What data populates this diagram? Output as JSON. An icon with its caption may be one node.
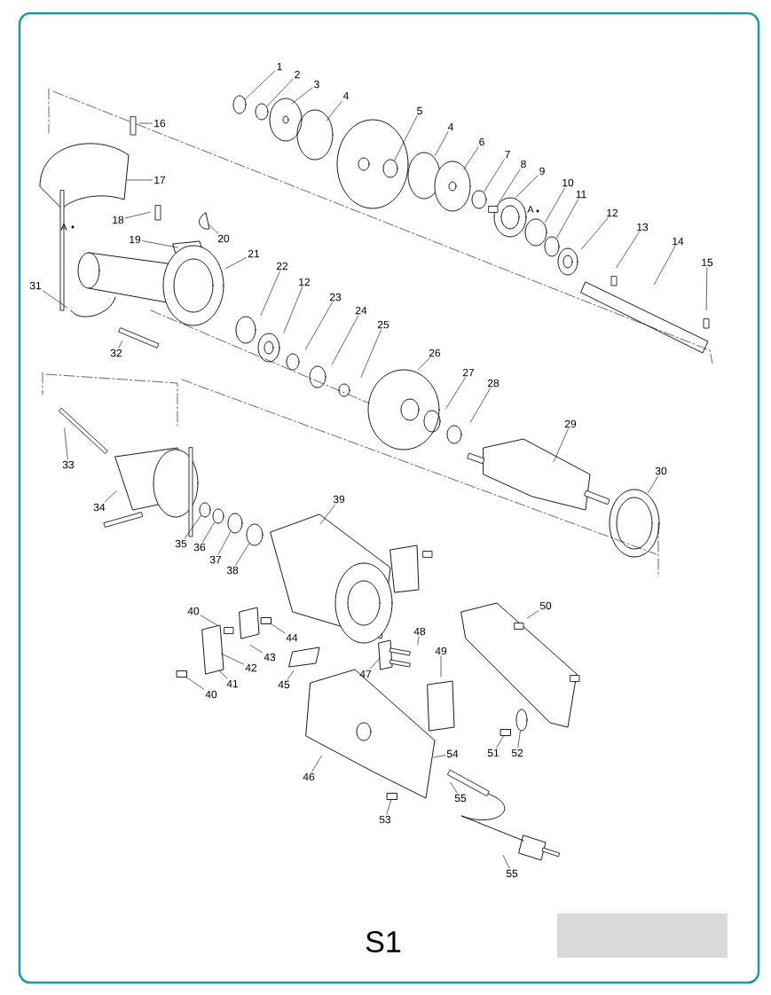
{
  "diagram": {
    "nodes": [
      {
        "text": [
          "1"
        ]
      },
      {
        "text": [
          "2"
        ]
      },
      {
        "text": [
          "3"
        ]
      },
      {
        "text": [
          "4"
        ]
      },
      {
        "text": [
          "5"
        ]
      },
      {
        "text": [
          "4"
        ]
      },
      {
        "text": [
          "6"
        ]
      },
      {
        "text": [
          "7"
        ]
      },
      {
        "text": [
          "8"
        ]
      },
      {
        "text": [
          "9"
        ]
      },
      {
        "text": [
          "10"
        ]
      },
      {
        "text": [
          "11"
        ]
      },
      {
        "text": [
          "12"
        ]
      },
      {
        "text": [
          "13"
        ]
      },
      {
        "text": [
          "14"
        ]
      },
      {
        "text": [
          "15"
        ]
      },
      {
        "text": [
          "16"
        ]
      },
      {
        "text": [
          "17"
        ]
      },
      {
        "text": [
          "18"
        ]
      },
      {
        "text": [
          "19"
        ]
      },
      {
        "text": [
          "20"
        ]
      },
      {
        "text": [
          "21"
        ]
      },
      {
        "text": [
          "31"
        ]
      },
      {
        "text": [
          "22"
        ]
      },
      {
        "text": [
          "12"
        ]
      },
      {
        "text": [
          "23"
        ]
      },
      {
        "text": [
          "24"
        ]
      },
      {
        "text": [
          "25"
        ]
      },
      {
        "text": [
          "32"
        ]
      },
      {
        "text": [
          "26"
        ]
      },
      {
        "text": [
          "27"
        ]
      },
      {
        "text": [
          "28"
        ]
      },
      {
        "text": [
          "29"
        ]
      },
      {
        "text": [
          "33"
        ]
      },
      {
        "text": [
          "30"
        ]
      },
      {
        "text": [
          "34"
        ]
      },
      {
        "text": [
          "39"
        ]
      },
      {
        "text": [
          "35"
        ]
      },
      {
        "text": [
          "36"
        ]
      },
      {
        "text": [
          "37"
        ]
      },
      {
        "text": [
          "38"
        ]
      },
      {
        "text": [
          "50"
        ]
      },
      {
        "text": [
          "40"
        ]
      },
      {
        "text": [
          "44"
        ]
      },
      {
        "text": [
          "48"
        ]
      },
      {
        "text": [
          "49"
        ]
      },
      {
        "text": [
          "43"
        ]
      },
      {
        "text": [
          "42"
        ]
      },
      {
        "text": [
          "47"
        ]
      },
      {
        "text": [
          "41"
        ]
      },
      {
        "text": [
          "45"
        ]
      },
      {
        "text": [
          "40"
        ]
      },
      {
        "text": [
          "51"
        ]
      },
      {
        "text": [
          "52"
        ]
      },
      {
        "text": [
          "54"
        ]
      },
      {
        "text": [
          "46"
        ]
      },
      {
        "text": [
          "55"
        ]
      },
      {
        "text": [
          "53"
        ]
      },
      {
        "text": [
          "55"
        ]
      },
      {
        "text": [],
        "shape": "circle"
      },
      {
        "text": [],
        "shape": "circle"
      },
      {
        "text": [],
        "shape": "circle"
      },
      {
        "text": [],
        "shape": "circle"
      },
      {
        "text": [],
        "shape": "circle"
      },
      {
        "text": [],
        "shape": "circle"
      },
      {
        "text": [],
        "shape": "circle"
      },
      {
        "text": [],
        "shape": "circle"
      },
      {
        "text": [],
        "shape": "circle"
      },
      {
        "text": [],
        "shape": "circle"
      },
      {
        "text": [],
        "shape": "box"
      },
      {
        "text": [],
        "shape": "box"
      },
      {
        "text": [],
        "shape": "box"
      },
      {
        "text": [],
        "shape": "box"
      }
    ],
    "edges": [
      {
        "from": 0,
        "to": 62,
        "arrow": "none"
      },
      {
        "from": 1,
        "to": 64,
        "arrow": "none"
      },
      {
        "from": 2,
        "to": null,
        "arrow": "none"
      },
      {
        "from": 3,
        "to": null,
        "arrow": "none"
      },
      {
        "from": 4,
        "to": 65,
        "arrow": "none"
      },
      {
        "from": 5,
        "to": null,
        "arrow": "none"
      },
      {
        "from": 6,
        "to": null,
        "arrow": "none"
      },
      {
        "from": 7,
        "to": 66,
        "arrow": "none"
      },
      {
        "from": 8,
        "to": null,
        "arrow": "none"
      },
      {
        "from": 9,
        "to": null,
        "arrow": "none"
      },
      {
        "from": 10,
        "to": null,
        "arrow": "none"
      },
      {
        "from": 11,
        "to": 68,
        "arrow": "none"
      },
      {
        "from": 12,
        "to": null,
        "arrow": "none"
      },
      {
        "from": 13,
        "to": null,
        "arrow": "none"
      },
      {
        "from": 14,
        "to": null,
        "arrow": "none"
      },
      {
        "from": 15,
        "to": null,
        "arrow": "none"
      },
      {
        "from": 16,
        "to": null,
        "arrow": "none"
      },
      {
        "from": 17,
        "to": null,
        "arrow": "none"
      },
      {
        "from": 18,
        "to": null,
        "arrow": "none"
      },
      {
        "from": 19,
        "to": null,
        "arrow": "none"
      },
      {
        "from": 20,
        "to": null,
        "arrow": "none"
      },
      {
        "from": 21,
        "to": null,
        "arrow": "none"
      },
      {
        "from": 22,
        "to": null,
        "arrow": "none"
      },
      {
        "from": 23,
        "to": null,
        "arrow": "none"
      },
      {
        "from": 24,
        "to": null,
        "arrow": "none"
      },
      {
        "from": 25,
        "to": null,
        "arrow": "none"
      },
      {
        "from": 26,
        "to": null,
        "arrow": "none"
      },
      {
        "from": 27,
        "to": null,
        "arrow": "none"
      },
      {
        "from": 28,
        "to": null,
        "arrow": "none"
      },
      {
        "from": 29,
        "to": null,
        "arrow": "none"
      },
      {
        "from": 30,
        "to": null,
        "arrow": "none"
      },
      {
        "from": 31,
        "to": null,
        "arrow": "none"
      },
      {
        "from": 32,
        "to": null,
        "arrow": "none"
      },
      {
        "from": 33,
        "to": null,
        "arrow": "none"
      },
      {
        "from": 34,
        "to": null,
        "arrow": "none"
      },
      {
        "from": 35,
        "to": null,
        "arrow": "none"
      },
      {
        "from": 36,
        "to": null,
        "arrow": "none"
      },
      {
        "from": 37,
        "to": 59,
        "arrow": "none"
      },
      {
        "from": 38,
        "to": 60,
        "arrow": "none"
      },
      {
        "from": 39,
        "to": 61,
        "arrow": "none"
      },
      {
        "from": 40,
        "to": 63,
        "arrow": "none"
      },
      {
        "from": 41,
        "to": null,
        "arrow": "none"
      },
      {
        "from": 42,
        "to": null,
        "arrow": "none"
      },
      {
        "from": 43,
        "to": 70,
        "arrow": "none"
      },
      {
        "from": 44,
        "to": null,
        "arrow": "none"
      },
      {
        "from": 45,
        "to": null,
        "arrow": "none"
      },
      {
        "from": 46,
        "to": null,
        "arrow": "none"
      },
      {
        "from": 47,
        "to": null,
        "arrow": "none"
      },
      {
        "from": 48,
        "to": null,
        "arrow": "none"
      },
      {
        "from": 49,
        "to": null,
        "arrow": "none"
      },
      {
        "from": 50,
        "to": null,
        "arrow": "none"
      },
      {
        "from": 51,
        "to": 69,
        "arrow": "none"
      },
      {
        "from": 52,
        "to": 72,
        "arrow": "none"
      },
      {
        "from": 53,
        "to": 67,
        "arrow": "none"
      },
      {
        "from": 54,
        "to": null,
        "arrow": "none"
      },
      {
        "from": 55,
        "to": null,
        "arrow": "none"
      },
      {
        "from": 56,
        "to": null,
        "arrow": "none"
      },
      {
        "from": 57,
        "to": 71,
        "arrow": "none"
      },
      {
        "from": 58,
        "to": null,
        "arrow": "none"
      }
    ],
    "labels": [
      "A",
      "A",
      "S1"
    ]
  }
}
